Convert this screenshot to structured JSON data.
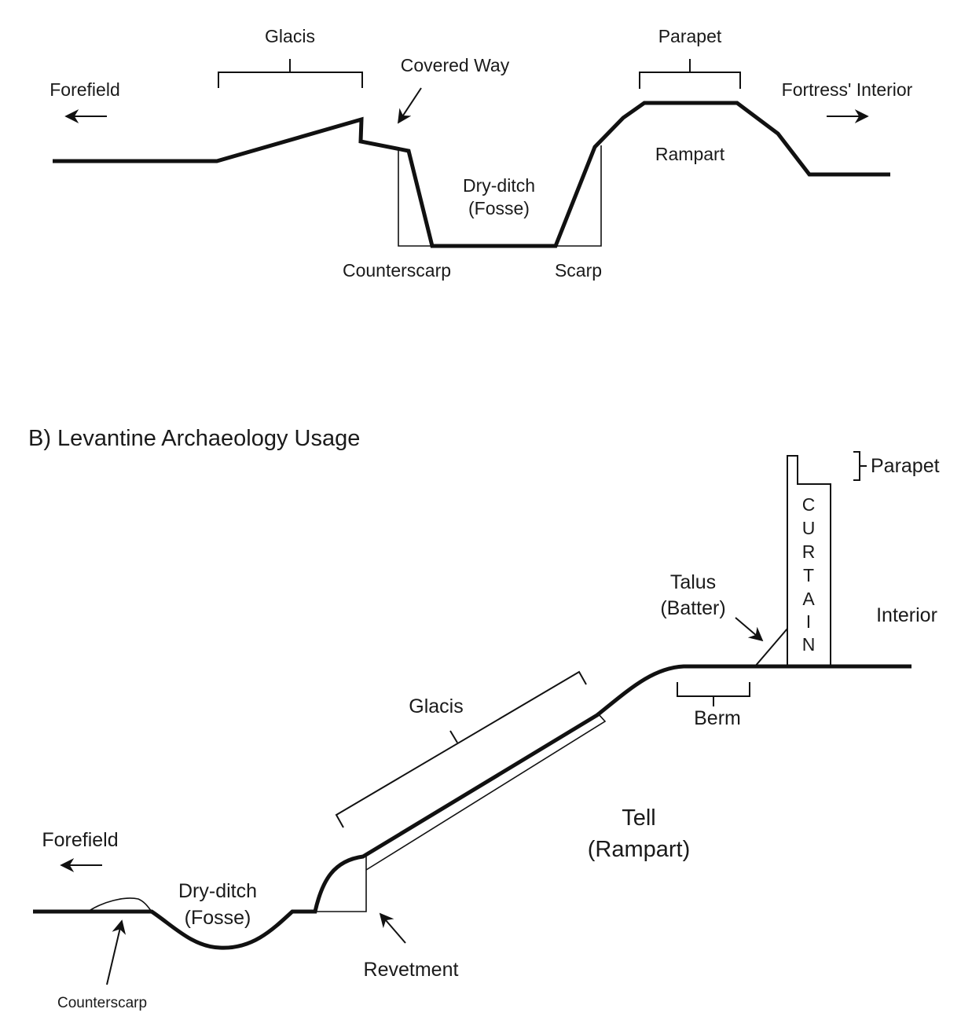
{
  "panel_a": {
    "labels": {
      "glacis": "Glacis",
      "covered_way": "Covered Way",
      "parapet": "Parapet",
      "forefield": "Forefield",
      "fortress_interior": "Fortress' Interior",
      "rampart": "Rampart",
      "dry_ditch": "Dry-ditch",
      "fosse": "(Fosse)",
      "counterscarp": "Counterscarp",
      "scarp": "Scarp"
    }
  },
  "panel_b": {
    "title": "B) Levantine Archaeology Usage",
    "labels": {
      "parapet": "Parapet",
      "curtain_letters": [
        "C",
        "U",
        "R",
        "T",
        "A",
        "I",
        "N"
      ],
      "talus": "Talus",
      "batter": "(Batter)",
      "interior": "Interior",
      "glacis": "Glacis",
      "berm": "Berm",
      "tell": "Tell",
      "rampart": "(Rampart)",
      "forefield": "Forefield",
      "dry_ditch": "Dry-ditch",
      "fosse": "(Fosse)",
      "revetment": "Revetment",
      "counterscarp": "Counterscarp"
    }
  }
}
